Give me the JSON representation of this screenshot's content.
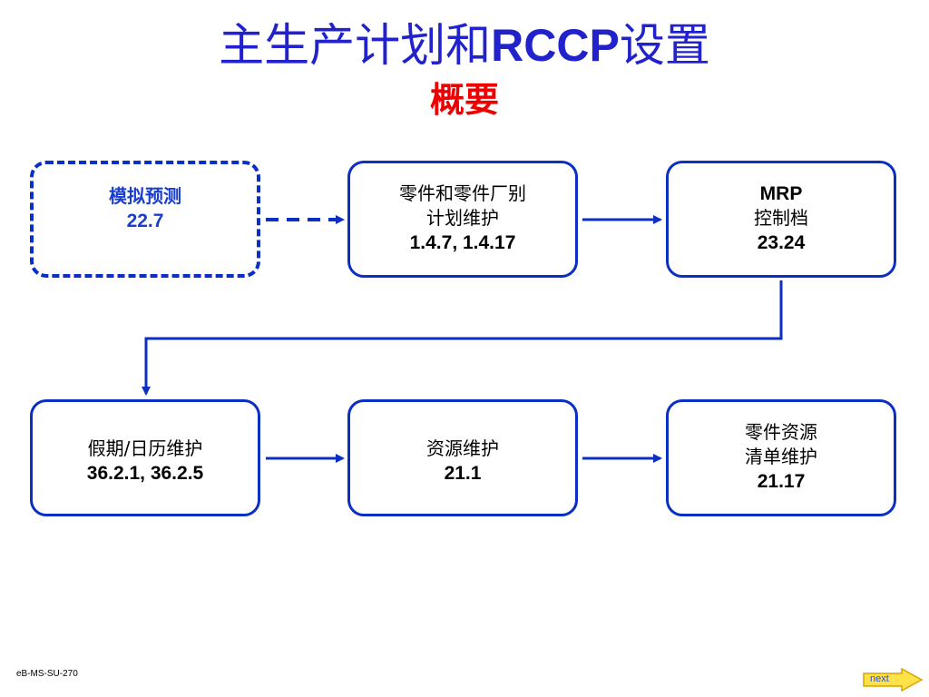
{
  "title": {
    "cn": "主生产计划和",
    "latin": "RCCP",
    "cn2": "设置"
  },
  "subtitle": "概要",
  "boxes": {
    "simulated_forecast": {
      "line1": "模拟预测",
      "number": "22.7"
    },
    "item_site_planning": {
      "line1": "零件和零件厂别",
      "line2": "计划维护",
      "number": "1.4.7, 1.4.17"
    },
    "mrp_control": {
      "line1": "MRP",
      "line2": "控制档",
      "number": "23.24"
    },
    "holiday_calendar": {
      "line1": "假期/日历维护",
      "number": "36.2.1, 36.2.5"
    },
    "resource_maintenance": {
      "line1": "资源维护",
      "number": "21.1"
    },
    "item_resource_bill": {
      "line1": "零件资源",
      "line2": "清单维护",
      "number": "21.17"
    }
  },
  "footer_code": "eB-MS-SU-270",
  "next_label": "next",
  "colors": {
    "title": "#2222cc",
    "subtitle": "#ee0000",
    "box_border": "#0a2fc2"
  }
}
